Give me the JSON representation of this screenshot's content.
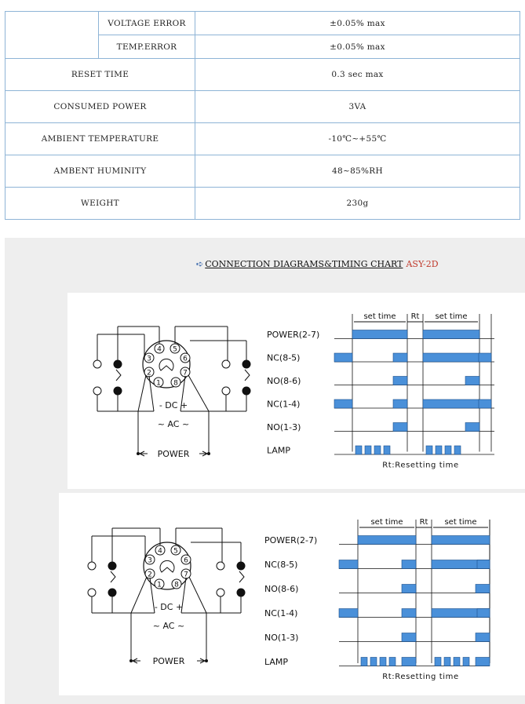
{
  "specs": {
    "rows": [
      {
        "label": "VOLTAGE ERROR",
        "value": "±0.05% max"
      },
      {
        "label": "TEMP.ERROR",
        "value": "±0.05% max"
      },
      {
        "label": "RESET TIME",
        "value": "0.3 sec max"
      },
      {
        "label": "CONSUMED POWER",
        "value": "3VA"
      },
      {
        "label": "AMBIENT TEMPERATURE",
        "value": "-10℃~+55℃"
      },
      {
        "label": "AMBENT HUMINITY",
        "value": "48~85%RH"
      },
      {
        "label": "WEIGHT",
        "value": "230g"
      }
    ]
  },
  "diagram_section": {
    "title": "CONNECTION DIAGRAMS&TIMING CHART",
    "model": "ASY-2D",
    "arrow_icon": "double-arrow-icon",
    "accent_color": "#c0392b",
    "timing_fill_color": "#4a90d9"
  },
  "diagrams": [
    {
      "pins": [
        "1",
        "2",
        "3",
        "4",
        "5",
        "6",
        "7",
        "8"
      ],
      "dc_label": "- DC +",
      "ac_label": "~ AC ~",
      "power_label": "POWER",
      "set_time_label": "set time",
      "rt_label": "Rt",
      "signals": [
        "POWER(2-7)",
        "NC(8-5)",
        "NO(8-6)",
        "NC(1-4)",
        "NO(1-3)",
        "LAMP"
      ],
      "footer": "Rt:Resetting time"
    },
    {
      "pins": [
        "1",
        "2",
        "3",
        "4",
        "5",
        "6",
        "7",
        "8"
      ],
      "dc_label": "- DC +",
      "ac_label": "~ AC ~",
      "power_label": "POWER",
      "set_time_label": "set time",
      "rt_label": "Rt",
      "signals": [
        "POWER(2-7)",
        "NC(8-5)",
        "NO(8-6)",
        "NC(1-4)",
        "NO(1-3)",
        "LAMP"
      ],
      "footer": "Rt:Resetting time"
    }
  ]
}
